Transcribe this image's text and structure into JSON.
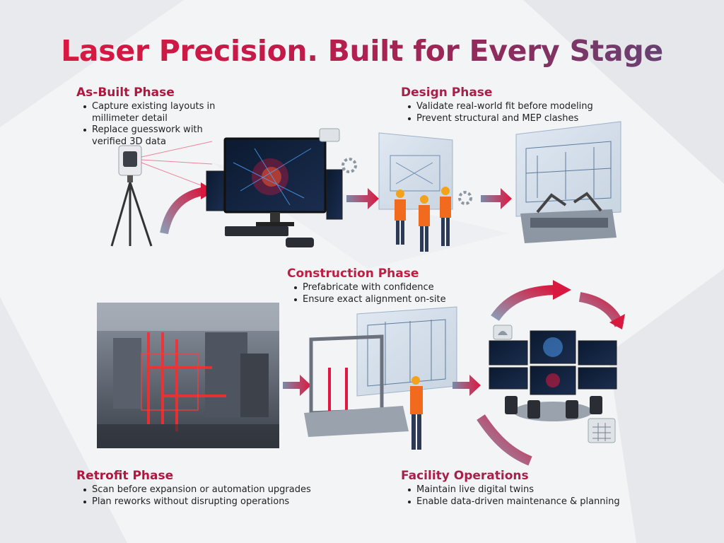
{
  "title": "Laser Precision. Built for Every Stage",
  "colors": {
    "accent_red": "#e0173f",
    "accent_purple": "#5a4a7a"
  },
  "phases": {
    "as_built": {
      "heading": "As-Built Phase",
      "bullets": [
        "Capture existing layouts in millimeter detail",
        "Replace guesswork with verified 3D data"
      ]
    },
    "design": {
      "heading": "Design Phase",
      "bullets": [
        "Validate real-world fit before modeling",
        "Prevent structural and MEP clashes"
      ]
    },
    "construction": {
      "heading": "Construction Phase",
      "bullets": [
        "Prefabricate with confidence",
        "Ensure exact alignment on-site"
      ]
    },
    "retrofit": {
      "heading": "Retrofit Phase",
      "bullets": [
        "Scan before expansion or automation upgrades",
        "Plan reworks without disrupting operations"
      ]
    },
    "facility": {
      "heading": "Facility Operations",
      "bullets": [
        "Maintain live digital twins",
        "Enable data-driven maintenance & planning"
      ]
    }
  }
}
